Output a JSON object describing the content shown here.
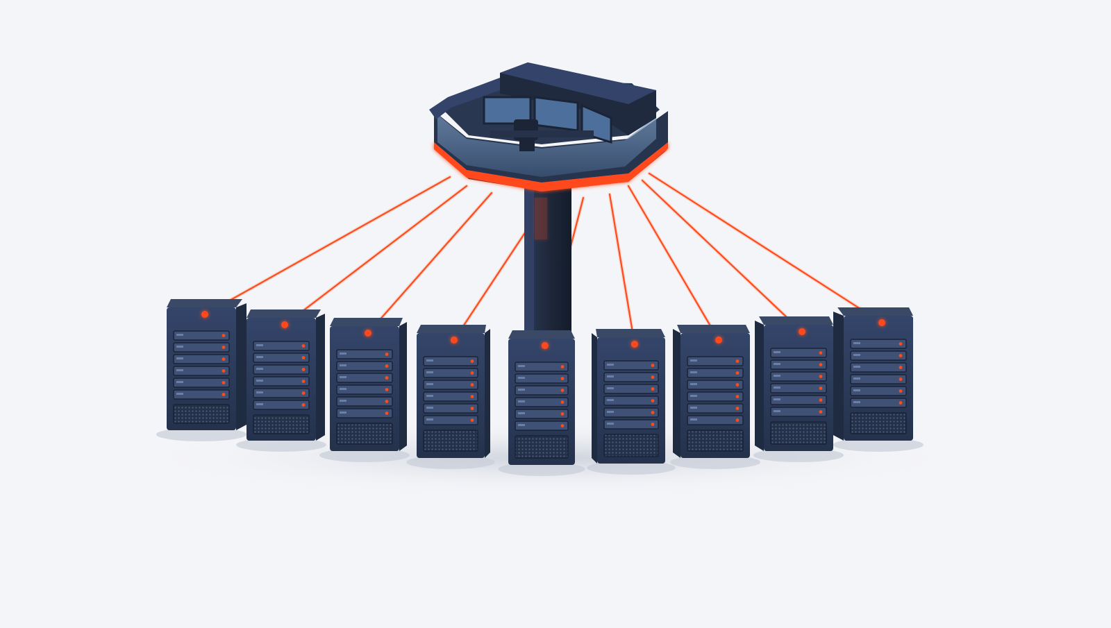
{
  "scene": {
    "subject": "control-tower-connected-to-server-racks",
    "server_count": 9,
    "connection_count": 9,
    "icons": {
      "hub": "control-tower-icon",
      "server": "server-rack-icon",
      "link": "network-link-icon",
      "status": "status-led-icon"
    },
    "colors": {
      "background": "#f4f5f8",
      "accent": "#ff4a1c",
      "accent_glow": "#ff7a4a",
      "rack_front": "#2e3e58",
      "rack_side": "#1f2b40",
      "rack_top": "#3a4a66",
      "drive_bay": "#3f5275",
      "tower_dark": "#1f2a3f",
      "tower_mid": "#2f3d58",
      "glass": "#6e8fb5",
      "monitor": "#4d6f9b"
    }
  }
}
